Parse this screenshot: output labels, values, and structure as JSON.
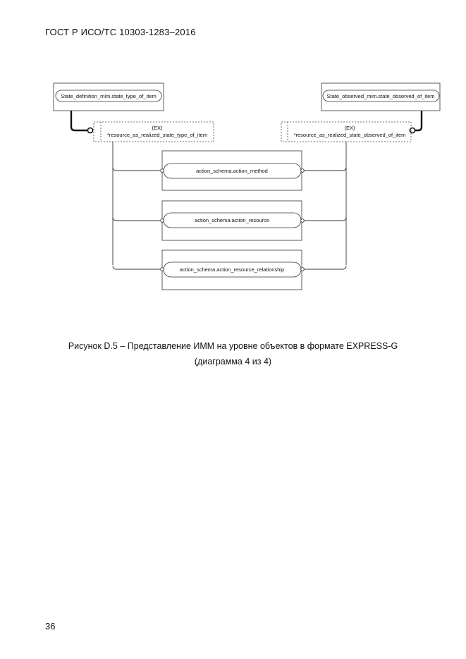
{
  "header": {
    "standard_id": "ГОСТ Р ИСО/ТС 10303-1283–2016"
  },
  "diagram": {
    "entity_left": "State_definition_mim.state_type_of_item",
    "entity_right": "State_observed_mim.state_observed_of_item",
    "ref_left": {
      "tag": "(EX)",
      "name": "*resource_as_realized_state_type_of_item"
    },
    "ref_right": {
      "tag": "(EX)",
      "name": "*resource_as_realized_state_observed_of_item"
    },
    "selects": [
      "action_schema.action_method",
      "action_schema.action_resource",
      "action_schema.action_resource_relationship"
    ]
  },
  "caption": {
    "line1": "Рисунок D.5 – Представление ИММ на уровне объектов в формате EXPRESS-G",
    "line2": "(диаграмма 4 из 4)"
  },
  "page_number": "36"
}
